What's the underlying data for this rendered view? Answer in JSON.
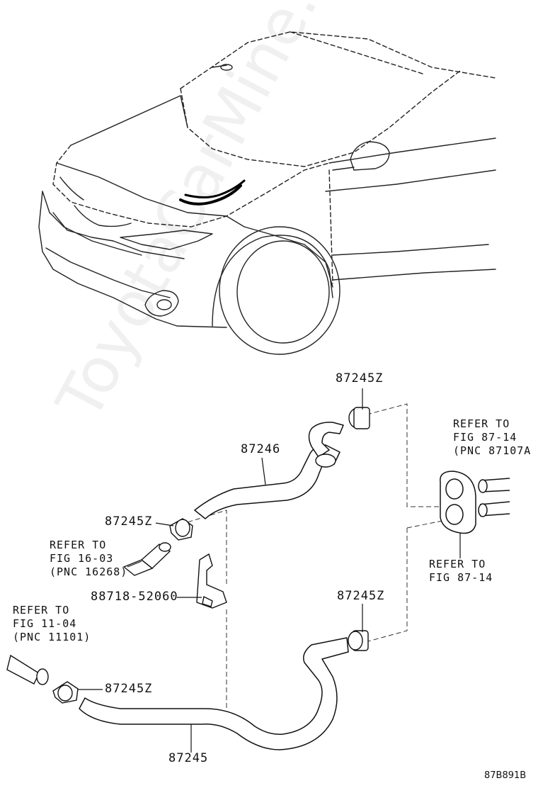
{
  "watermark": "ToyotaCarMine.ru",
  "figure_code": "87B891B",
  "parts": {
    "p1": "87245Z",
    "p2": "87246",
    "p3": "87245Z",
    "p4": "88718-52060",
    "p5": "87245Z",
    "p6": "87245Z",
    "p7": "87245"
  },
  "refs": {
    "r1": {
      "line1": "REFER TO",
      "line2": "FIG 87-14",
      "line3": "(PNC 87107A"
    },
    "r2": {
      "line1": "REFER TO",
      "line2": "FIG 87-14"
    },
    "r3": {
      "line1": "REFER TO",
      "line2": "FIG 16-03",
      "line3": "(PNC 16268)"
    },
    "r4": {
      "line1": "REFER TO",
      "line2": "FIG 11-04",
      "line3": "(PNC 11101)"
    }
  }
}
